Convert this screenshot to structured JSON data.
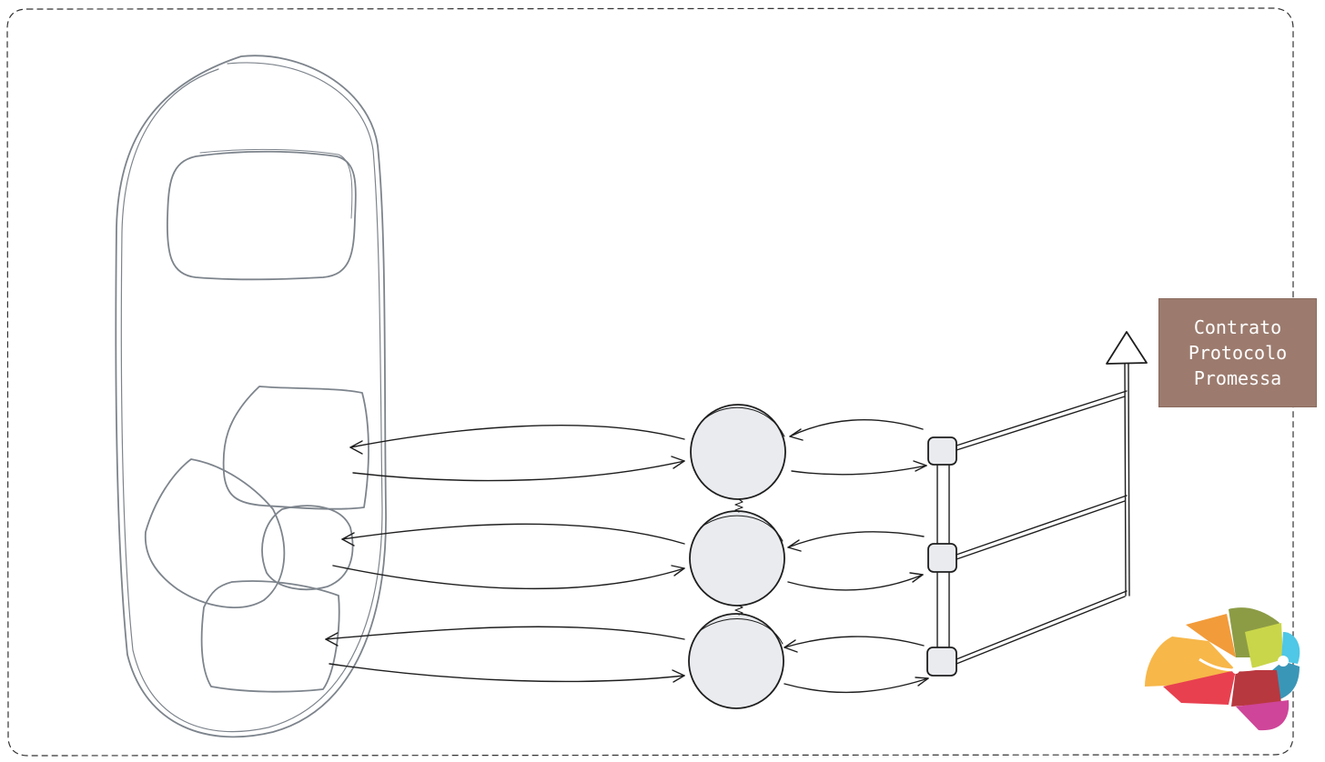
{
  "label": {
    "lines": [
      "Contrato",
      "Protocolo",
      "Promessa"
    ]
  },
  "colors": {
    "outline": "#7d848c",
    "block_dark": "#ced3d9",
    "block_light": "#f5f6f8",
    "node_fill": "#e9ebee",
    "ink": "#1e1e1e",
    "label_bg": "#9c7b6e",
    "label_text": "#ffffff"
  },
  "logo": {
    "icon": "colorful-brain-logo-icon"
  }
}
